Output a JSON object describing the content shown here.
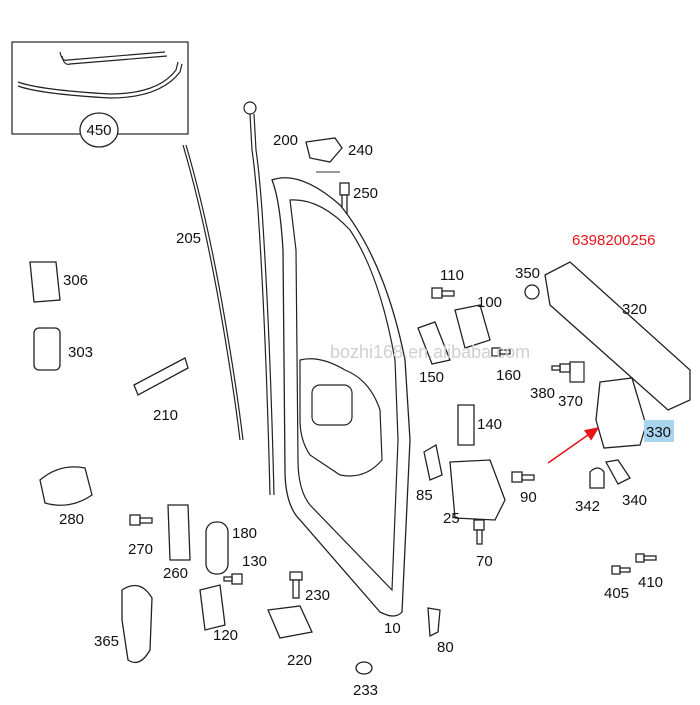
{
  "diagram": {
    "labels": {
      "p10": "10",
      "p25": "25",
      "p70": "70",
      "p80": "80",
      "p85": "85",
      "p90": "90",
      "p100": "100",
      "p110": "110",
      "p120": "120",
      "p130": "130",
      "p140": "140",
      "p150": "150",
      "p160": "160",
      "p180": "180",
      "p200": "200",
      "p205": "205",
      "p210": "210",
      "p220": "220",
      "p230": "230",
      "p233": "233",
      "p240": "240",
      "p250": "250",
      "p260": "260",
      "p270": "270",
      "p280": "280",
      "p303": "303",
      "p306": "306",
      "p320": "320",
      "p330": "330",
      "p340": "340",
      "p342": "342",
      "p350": "350",
      "p365": "365",
      "p370": "370",
      "p380": "380",
      "p405": "405",
      "p410": "410",
      "p450": "450"
    },
    "part_number": "6398200256",
    "watermark": "bozhi168.en.alibaba.com",
    "colors": {
      "part_number": "#e8141b",
      "highlight": "#a8d4ee",
      "arrow": "#e8141b"
    }
  }
}
